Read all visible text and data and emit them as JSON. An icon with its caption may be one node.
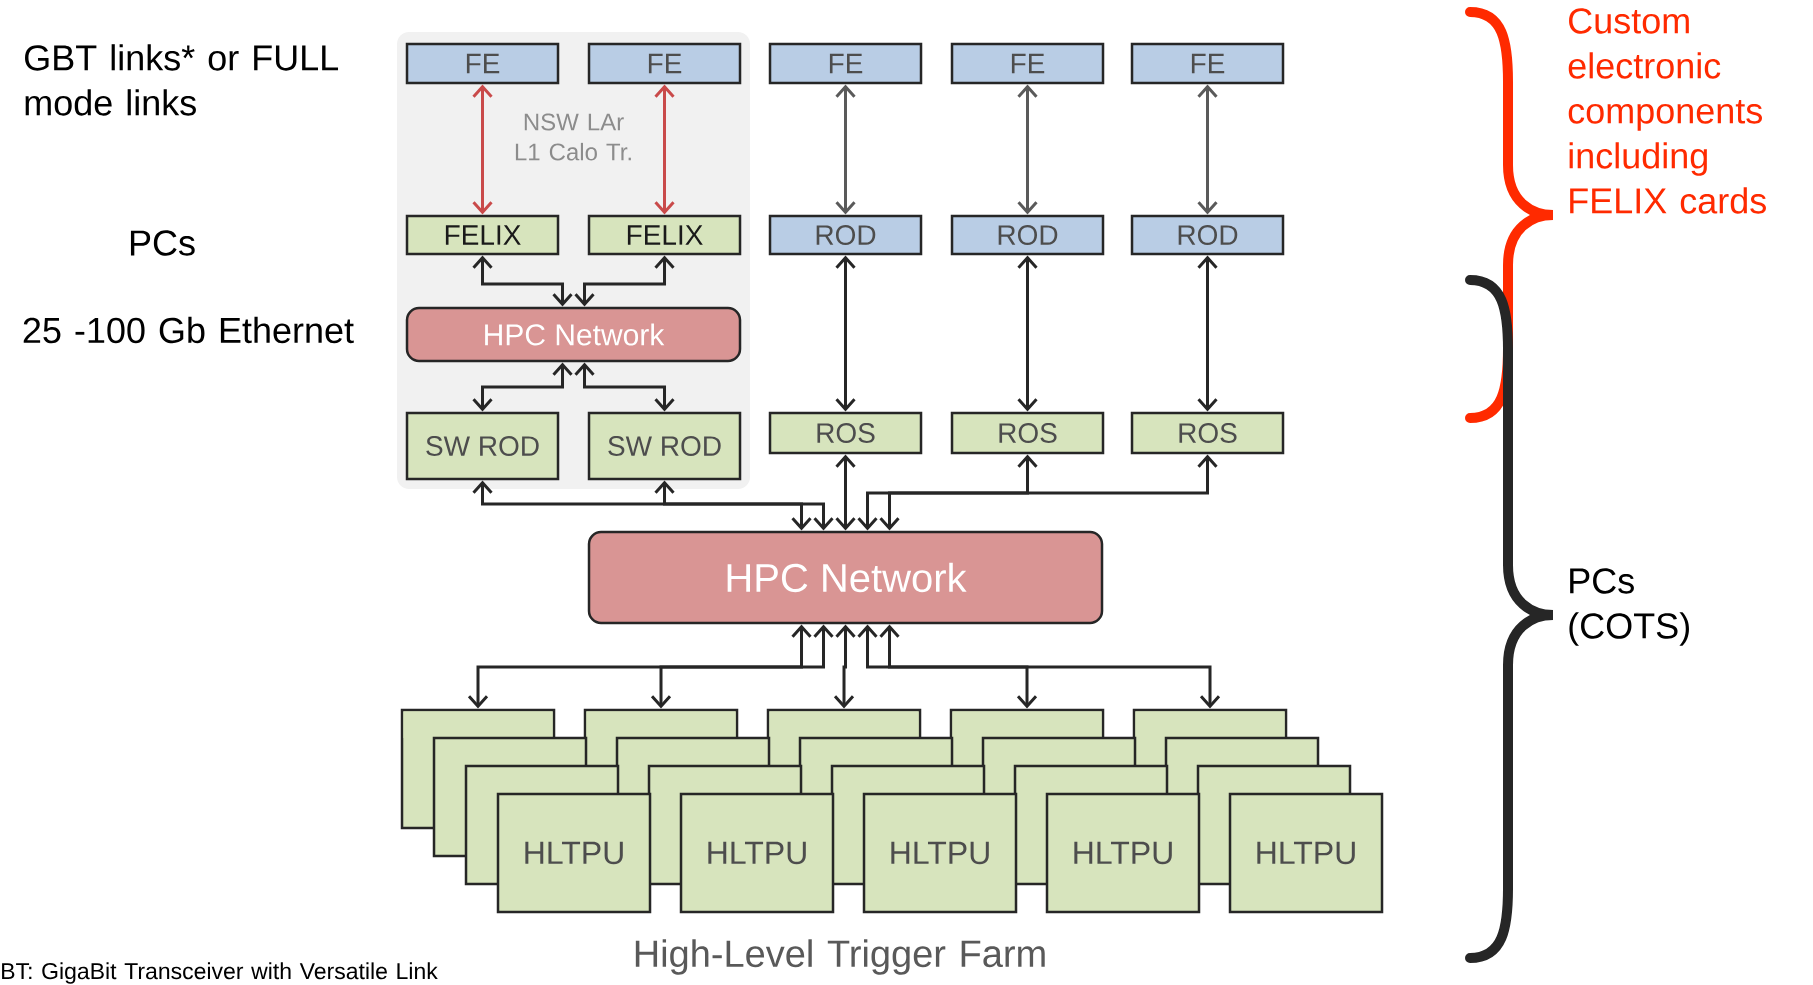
{
  "diagram": {
    "nodes": [
      {
        "text": [
          "NSW LAr L1 Calo Tr."
        ]
      },
      {
        "text": [
          "FE"
        ],
        "in": 0
      },
      {
        "text": [
          "FE"
        ],
        "in": 0
      },
      {
        "text": [
          "FE"
        ]
      },
      {
        "text": [
          "FE"
        ]
      },
      {
        "text": [
          "FE"
        ]
      },
      {
        "text": [
          "FELIX"
        ],
        "in": 0
      },
      {
        "text": [
          "FELIX"
        ],
        "in": 0
      },
      {
        "text": [
          "ROD"
        ]
      },
      {
        "text": [
          "ROD"
        ]
      },
      {
        "text": [
          "ROD"
        ]
      },
      {
        "text": [
          "HPC Network"
        ],
        "in": 0
      },
      {
        "text": [
          "SW ROD"
        ],
        "in": 0
      },
      {
        "text": [
          "SW ROD"
        ],
        "in": 0
      },
      {
        "text": [
          "ROS"
        ]
      },
      {
        "text": [
          "ROS"
        ]
      },
      {
        "text": [
          "ROS"
        ]
      },
      {
        "text": [
          "HPC Network"
        ]
      },
      {
        "text": [],
        "shape": "box"
      },
      {
        "text": [],
        "shape": "box"
      },
      {
        "text": [],
        "shape": "box"
      },
      {
        "text": [],
        "shape": "box"
      },
      {
        "text": [],
        "shape": "box"
      },
      {
        "text": [
          "HLTPU"
        ]
      },
      {
        "text": [
          "HLTPU"
        ]
      },
      {
        "text": [
          "HLTPU"
        ]
      },
      {
        "text": [
          "HLTPU"
        ]
      },
      {
        "text": [
          "HLTPU"
        ]
      }
    ],
    "edges": [
      {
        "from": 1,
        "to": 6,
        "arrow": "both",
        "color": "#c94a4a"
      },
      {
        "from": 2,
        "to": 7,
        "arrow": "both",
        "color": "#c94a4a"
      },
      {
        "from": 3,
        "to": 8,
        "arrow": "both",
        "color": "#5a5a5a"
      },
      {
        "from": 4,
        "to": 9,
        "arrow": "both",
        "color": "#5a5a5a"
      },
      {
        "from": 5,
        "to": 10,
        "arrow": "both",
        "color": "#5a5a5a"
      },
      {
        "from": 6,
        "to": 11,
        "arrow": "both"
      },
      {
        "from": 7,
        "to": 11,
        "arrow": "both"
      },
      {
        "from": 11,
        "to": 12,
        "arrow": "both"
      },
      {
        "from": 11,
        "to": 13,
        "arrow": "both"
      },
      {
        "from": 8,
        "to": 14,
        "arrow": "both"
      },
      {
        "from": 9,
        "to": 15,
        "arrow": "both"
      },
      {
        "from": 10,
        "to": 16,
        "arrow": "both"
      },
      {
        "from": 12,
        "to": 17,
        "arrow": "both"
      },
      {
        "from": 13,
        "to": 17,
        "arrow": "both"
      },
      {
        "from": 14,
        "to": 17,
        "arrow": "both"
      },
      {
        "from": 15,
        "to": 17,
        "arrow": "both"
      },
      {
        "from": 16,
        "to": 17,
        "arrow": "both"
      },
      {
        "from": 17,
        "to": 18,
        "arrow": "both"
      },
      {
        "from": 17,
        "to": 19,
        "arrow": "both"
      },
      {
        "from": 17,
        "to": 20,
        "arrow": "both"
      },
      {
        "from": 17,
        "to": 21,
        "arrow": "both"
      },
      {
        "from": 17,
        "to": 22,
        "arrow": "both"
      }
    ],
    "labels": [
      "GBT links* or FULL mode links",
      "PCs",
      "25 -100 Gb Ethernet",
      "Custom electronic components including FELIX cards",
      "PCs (COTS)",
      "High-Level Trigger Farm",
      "BT: GigaBit Transceiver with Versatile Link"
    ]
  }
}
